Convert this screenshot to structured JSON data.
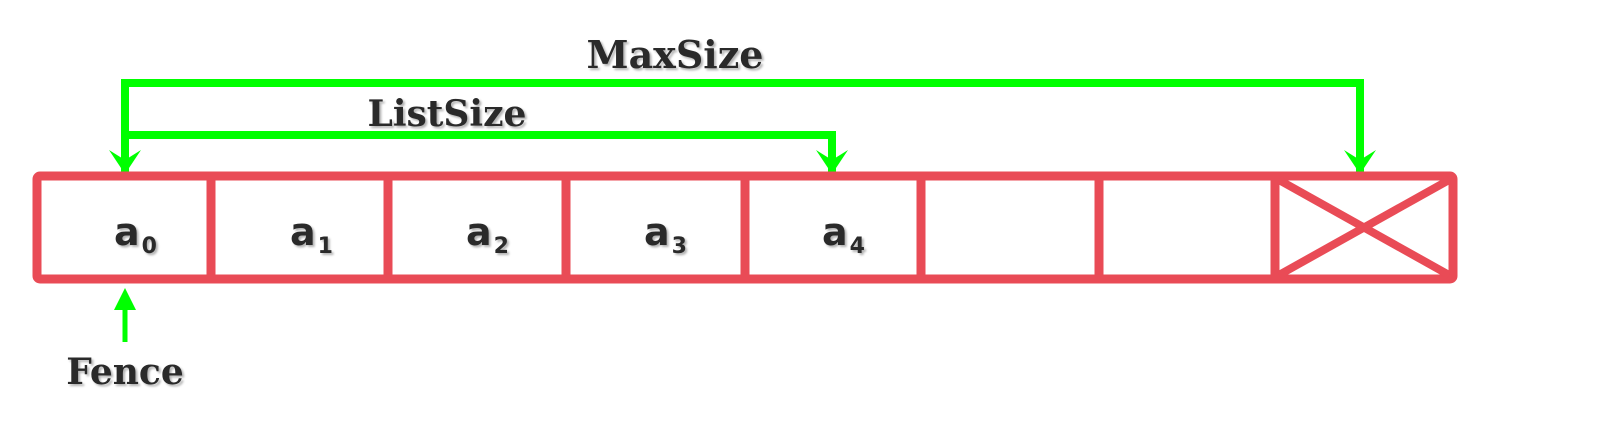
{
  "diagram": {
    "labels": {
      "max_size": "MaxSize",
      "list_size": "ListSize",
      "fence": "Fence"
    },
    "cells": [
      {
        "base": "a",
        "sub": "0"
      },
      {
        "base": "a",
        "sub": "1"
      },
      {
        "base": "a",
        "sub": "2"
      },
      {
        "base": "a",
        "sub": "3"
      },
      {
        "base": "a",
        "sub": "4"
      },
      {
        "base": "",
        "sub": ""
      },
      {
        "base": "",
        "sub": ""
      },
      {
        "base": "",
        "sub": "",
        "crossed": true
      }
    ],
    "colors": {
      "array_border": "#E94B56",
      "arrow": "#00FF00",
      "text": "#2a2a2a"
    }
  }
}
